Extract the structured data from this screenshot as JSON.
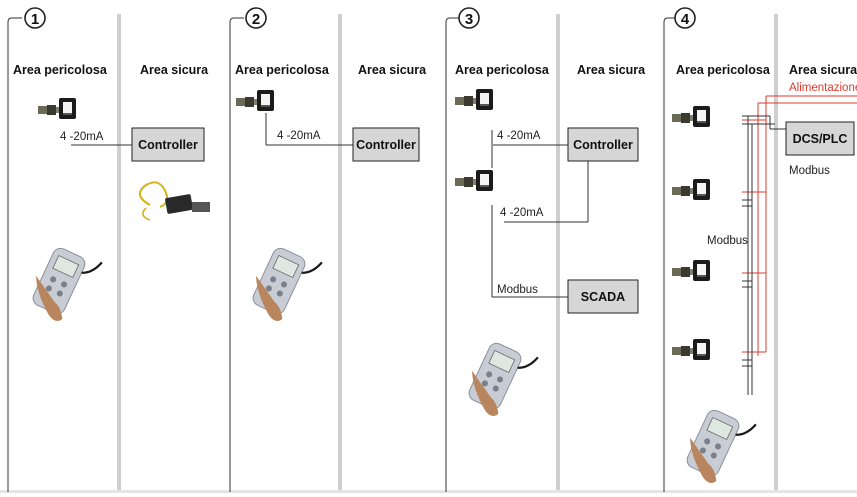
{
  "colors": {
    "box_fill": "#d6d6d6",
    "divider": "#cfcfcf",
    "line": "#333333",
    "power_line": "#e03a2c"
  },
  "icons": [
    "gas-detector-icon",
    "portable-analyzer-icon",
    "cable-sensor-icon"
  ],
  "panels": [
    {
      "number": "1",
      "hazard_label": "Area pericolosa",
      "safe_label": "Area sicura",
      "signal_label": "4 -20mA",
      "controller_label": "Controller"
    },
    {
      "number": "2",
      "hazard_label": "Area pericolosa",
      "safe_label": "Area sicura",
      "signal_label": "4 -20mA",
      "controller_label": "Controller"
    },
    {
      "number": "3",
      "hazard_label": "Area pericolosa",
      "safe_label": "Area sicura",
      "signal_label_1": "4 -20mA",
      "signal_label_2": "4 -20mA",
      "controller_label": "Controller",
      "modbus_label": "Modbus",
      "scada_label": "SCADA"
    },
    {
      "number": "4",
      "hazard_label": "Area pericolosa",
      "safe_label": "Area sicura",
      "power_label": "Alimentazione",
      "dcs_label": "DCS/PLC",
      "modbus_label_1": "Modbus",
      "modbus_label_2": "Modbus"
    }
  ]
}
